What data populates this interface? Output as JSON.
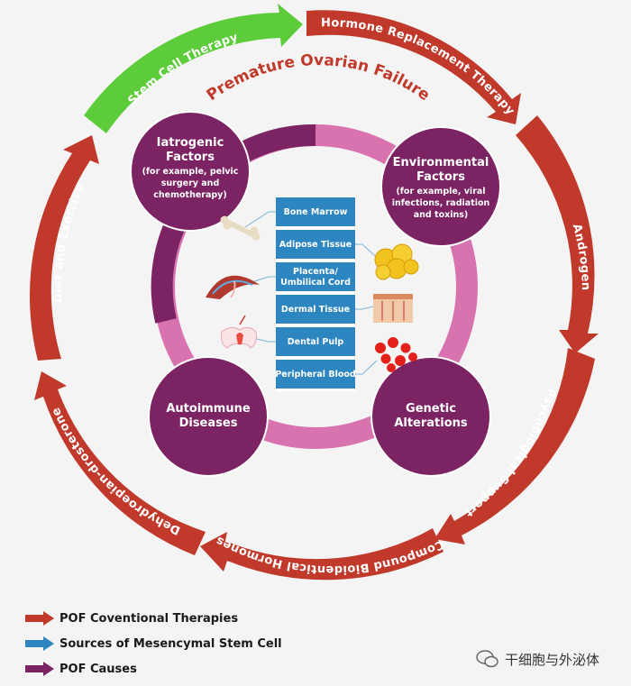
{
  "title": "Premature Ovarian Failure",
  "therapies": {
    "stem_cell": "Stem Cell Therapy",
    "hormone_replacement": "Hormone Replacement Therapy",
    "androgen": "Androgen",
    "psychological": "Psychological Support",
    "compound": "Compound Bioidentical Hormones",
    "dhea": "Dehydroepian-drosterone",
    "diet": "Diet and Exercise"
  },
  "causes": {
    "iatrogenic": {
      "title1": "Iatrogenic",
      "title2": "Factors",
      "sub1": "(for example, pelvic",
      "sub2": "surgery and",
      "sub3": "chemotherapy)"
    },
    "environmental": {
      "title1": "Environmental",
      "title2": "Factors",
      "sub1": "(for example, viral",
      "sub2": "infections, radiation",
      "sub3": "and toxins)"
    },
    "autoimmune": {
      "title1": "Autoimmune",
      "title2": "Diseases"
    },
    "genetic": {
      "title1": "Genetic",
      "title2": "Alterations"
    }
  },
  "sources": [
    {
      "line1": "Bone Marrow"
    },
    {
      "line1": "Adipose Tissue"
    },
    {
      "line1": "Placenta/",
      "line2": "Umbilical Cord"
    },
    {
      "line1": "Dermal Tissue"
    },
    {
      "line1": "Dental Pulp"
    },
    {
      "line1": "Peripheral Blood"
    }
  ],
  "legend": [
    {
      "label": "POF Coventional Therapies",
      "color": "#c0392b"
    },
    {
      "label": "Sources of Mesencymal Stem Cell",
      "color": "#2e86c1"
    },
    {
      "label": "POF Causes",
      "color": "#7b2363"
    }
  ],
  "colors": {
    "therapy_red": "#c0392b",
    "stem_green": "#5dcc3a",
    "cause_purple": "#7b2363",
    "ring_pink": "#d873b0",
    "source_blue": "#2e86c1"
  },
  "watermark": "干细胞与外泌体"
}
